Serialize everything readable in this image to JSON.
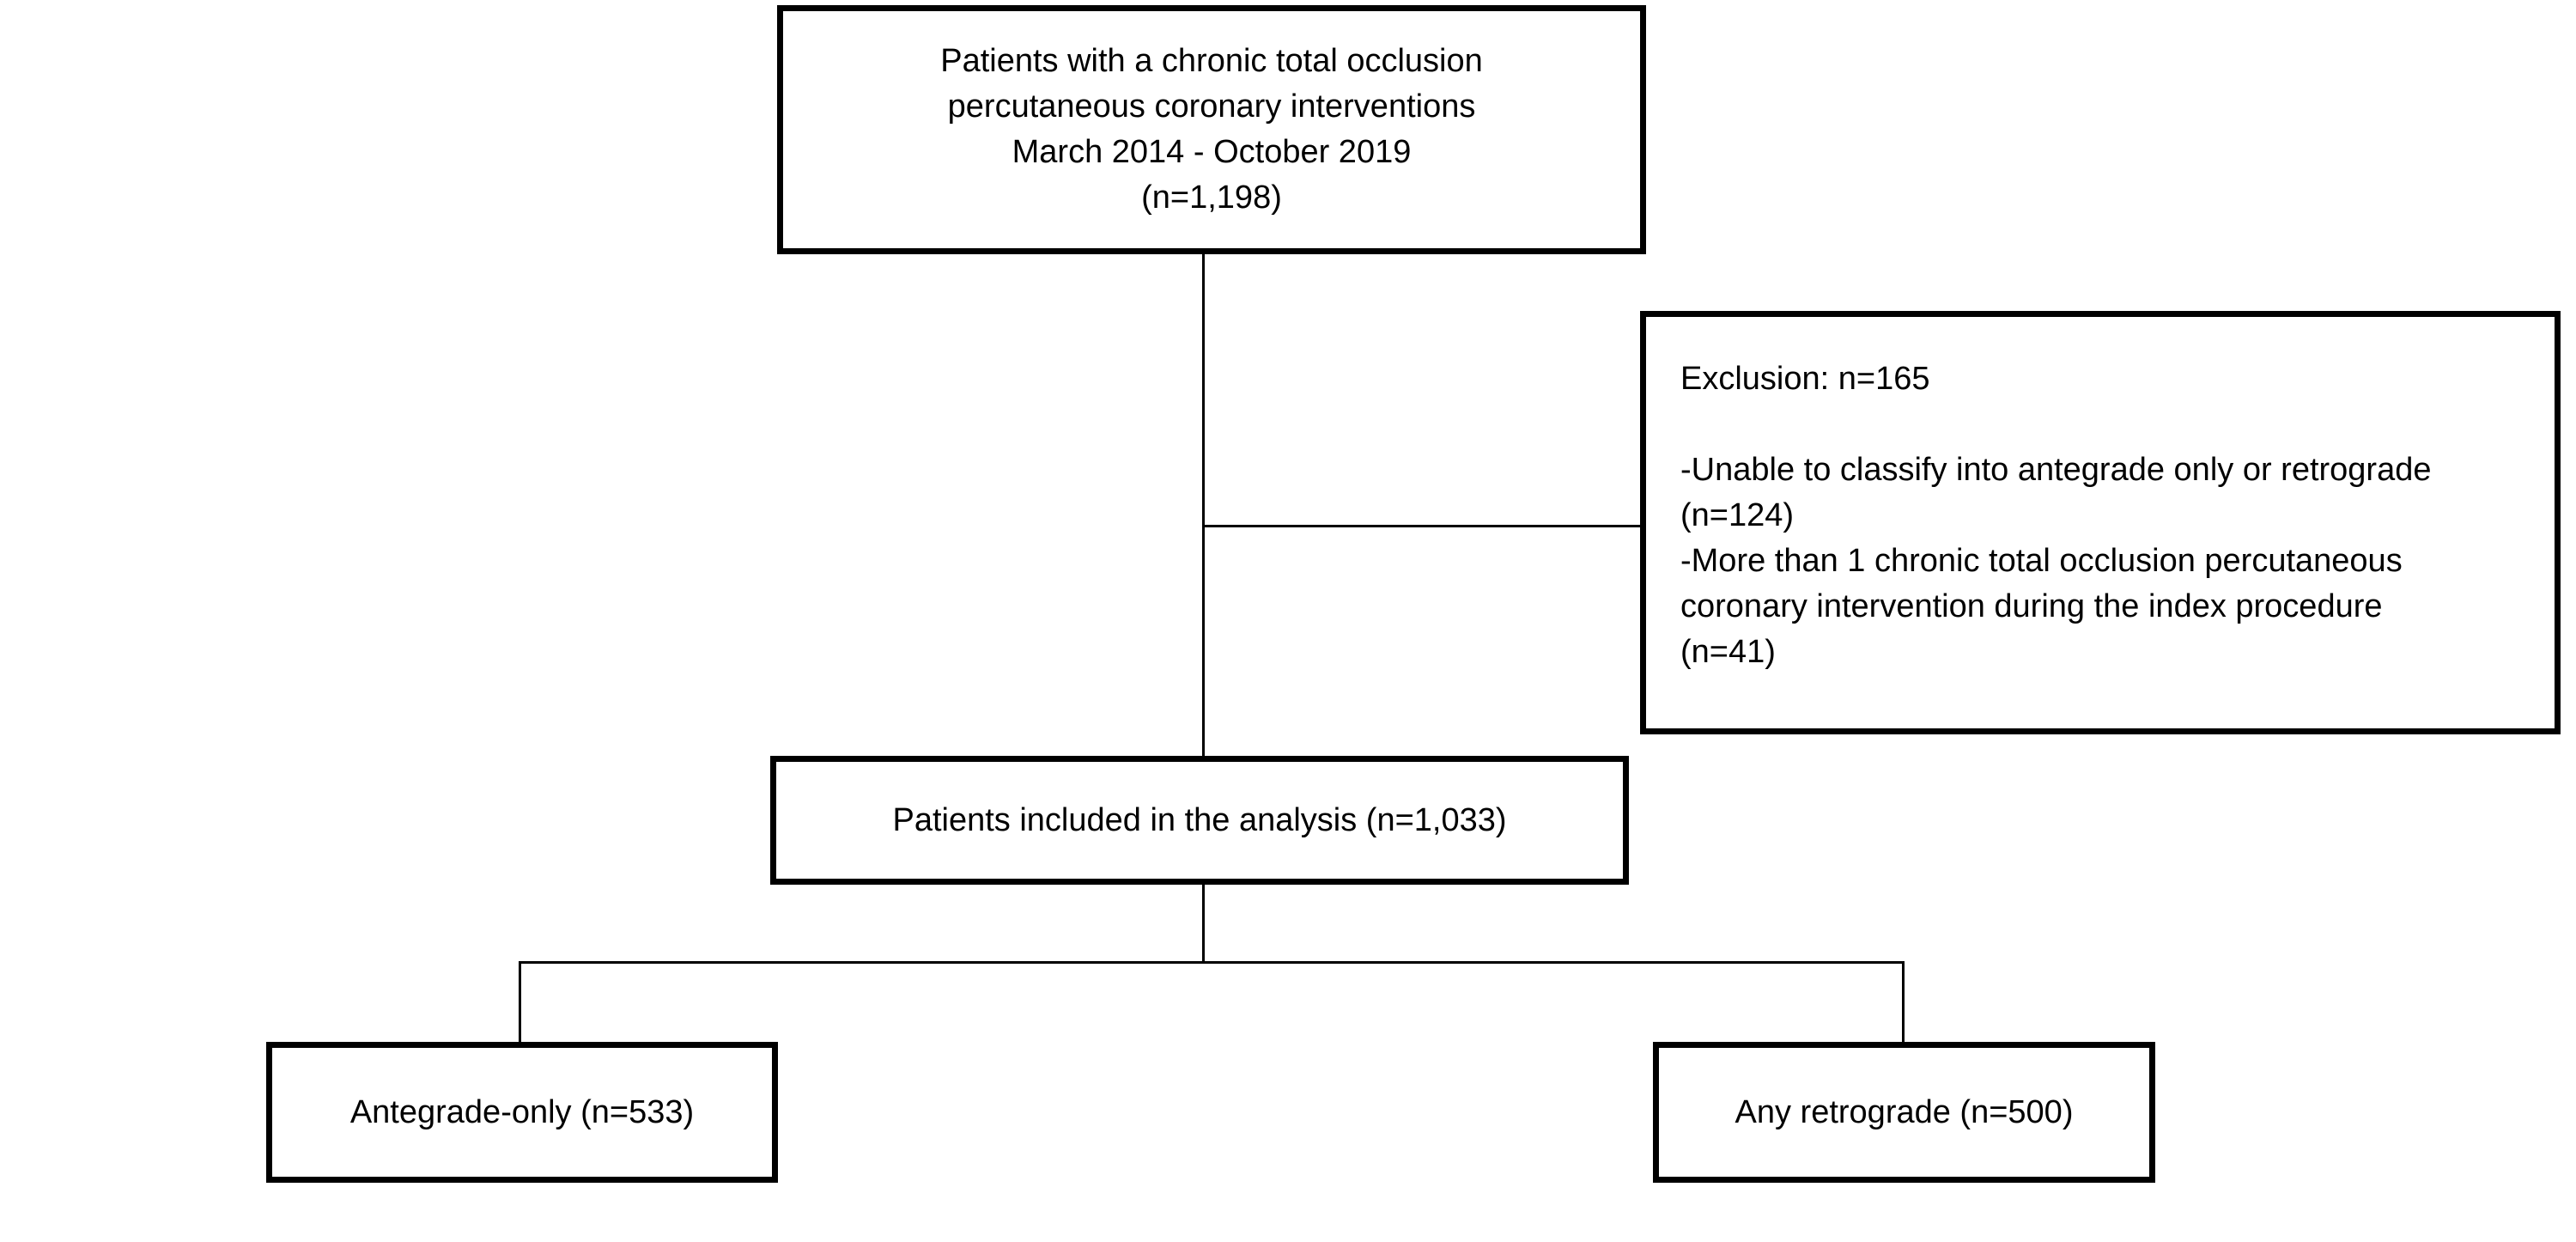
{
  "diagram": {
    "type": "patient-flowchart",
    "colors": {
      "background": "#ffffff",
      "box_border": "#000000",
      "text": "#000000",
      "connector_line": "#000000"
    },
    "nodes": {
      "enrollment": "Patients with a chronic total occlusion\npercutaneous coronary interventions\nMarch 2014 - October 2019\n(n=1,198)",
      "exclusion": "Exclusion: n=165\n\n-Unable to classify into antegrade only or retrograde\n(n=124)\n-More than 1 chronic total occlusion percutaneous\ncoronary intervention during the index procedure\n(n=41)",
      "included": "Patients included in the analysis (n=1,033)",
      "antegrade_only": "Antegrade-only (n=533)",
      "any_retrograde": "Any retrograde (n=500)"
    },
    "counts": {
      "enrolled": "1,198",
      "excluded_total": "165",
      "excluded_unable_to_classify": "124",
      "excluded_more_than_one_cto_pci": "41",
      "included_in_analysis": "1,033",
      "antegrade_only": "533",
      "any_retrograde": "500"
    }
  }
}
